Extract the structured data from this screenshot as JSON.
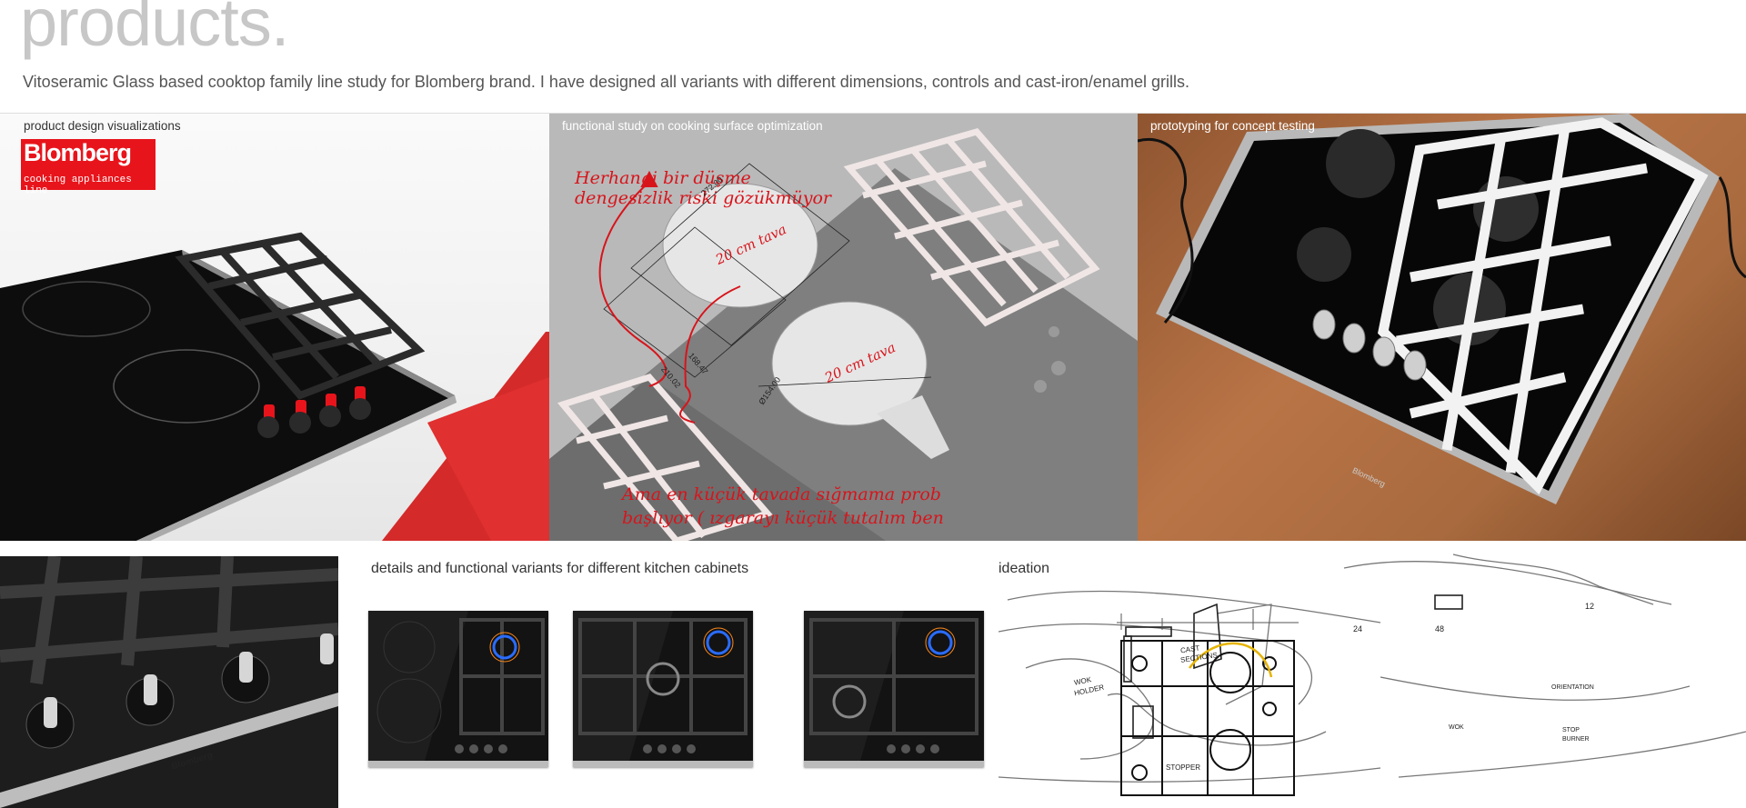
{
  "page": {
    "title": "products.",
    "subtitle": "Vitoseramic Glass based cooktop family line study for Blomberg brand. I have designed all variants with different dimensions, controls and cast-iron/enamel grills."
  },
  "panels": {
    "visualization": {
      "label": "product  design visualizations",
      "logo": {
        "brand": "Blomberg",
        "tagline": "cooking appliances line"
      }
    },
    "functional": {
      "label": "functional study on cooking surface optimization",
      "note_top_1": "Herhangi bir düşme",
      "note_top_2": "dengesizlik riski gözükmüyor",
      "note_bottom_1": "Ama en küçük tavada sığmama prob",
      "note_bottom_2": "başlıyor ( ızgarayı küçük tutalım ben",
      "pan_label": "20 cm tava",
      "dim_1": "272.00",
      "dim_2": "168.47",
      "dim_3": "210.02",
      "dim_4": "Ø154.00"
    },
    "prototyping": {
      "label": "prototyping for concept testing",
      "badge": "Blomberg"
    },
    "details": {
      "label": "details and functional variants for different kitchen cabinets",
      "closeup_badge": "Blomberg"
    },
    "ideation": {
      "label": "ideation",
      "notes": {
        "cast": "CAST",
        "sections": "SECTIONS",
        "wok": "WOK",
        "holder": "HOLDER",
        "stopper": "STOPPER",
        "dim_24": "24",
        "dim_48": "48",
        "dim_12": "12",
        "orientation": "ORIENTATION",
        "wok2": "WOK",
        "stop": "STOP",
        "burner": "BURNER"
      }
    }
  },
  "colors": {
    "brand_red": "#e8141b",
    "note_red": "#d8141b",
    "flame_blue": "#2a6cff",
    "flame_orange": "#ff8a1c"
  }
}
